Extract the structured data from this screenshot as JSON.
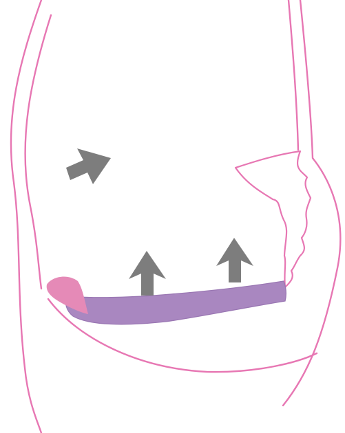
{
  "diagram": {
    "colors": {
      "outline": "#e777b3",
      "band_fill": "#a987c0",
      "band_stroke": "#9a77b3",
      "cap_fill": "#e58ab7",
      "arrow": "#7d7d7d",
      "background": "#ffffff"
    },
    "elements": [
      {
        "name": "outer-body-outline-left",
        "kind": "line"
      },
      {
        "name": "inner-body-outline-left",
        "kind": "line"
      },
      {
        "name": "outer-body-outline-right",
        "kind": "line"
      },
      {
        "name": "inner-body-outline-right",
        "kind": "line"
      },
      {
        "name": "lower-curve-outline",
        "kind": "line"
      },
      {
        "name": "ribbon-edge-outline",
        "kind": "line"
      },
      {
        "name": "support-band",
        "kind": "shape"
      },
      {
        "name": "band-end-cap",
        "kind": "shape"
      },
      {
        "name": "diagonal-up-right-arrow-icon",
        "kind": "icon"
      },
      {
        "name": "up-arrow-left-icon",
        "kind": "icon"
      },
      {
        "name": "up-arrow-right-icon",
        "kind": "icon"
      }
    ]
  }
}
